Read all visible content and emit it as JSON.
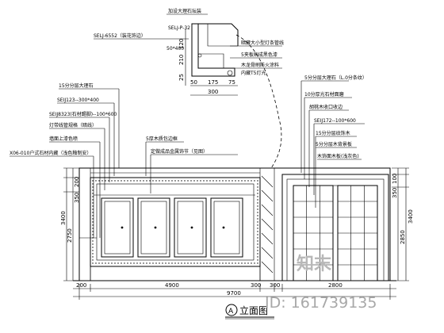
{
  "detail": {
    "top_label": "加设大理石坛装",
    "side_ref": "SELJ-6552（装花饰边）",
    "ref_a": "SELJ-P-32",
    "dim_top": "50*400",
    "right_notes": [
      "暗藏大小型灯条管线",
      "5夹板刷成黑色漆",
      "木龙骨刷防火涂料"
    ],
    "right_label_light": "内藏T5灯光",
    "dims_v": [
      "120",
      "210",
      "25"
    ],
    "dims_h": [
      "50",
      "175",
      "75"
    ],
    "dim_total": "300"
  },
  "left_notes": [
    "15分分层大理石",
    "SEIJ123--300*400",
    "SEIJ8323(石材踢脚)--100*600",
    "灯带线管规格（暗线）",
    "墙面上漆色喷",
    "X06-010户式石材内藏（浅色釉制安）"
  ],
  "right_notes": [
    "5分分层大理石（L.0分条纹）",
    "10分厚光石材面磨",
    "胡桃木收口收边",
    "SEIJ172--100*600",
    "15分分层纹饰木",
    "5分分层木背景板",
    "木饰面木板(浅灰色)"
  ],
  "center_notes": [
    "5厚木质包边框",
    "定做成品金属饰节（见图）"
  ],
  "dims_left_v": [
    "200",
    "350",
    "3400",
    "2750"
  ],
  "dims_right_v": [
    "100",
    "350",
    "3400",
    "2850"
  ],
  "dims_bottom_row1": [
    "200",
    "4900",
    "300",
    "300",
    "2800"
  ],
  "dims_bottom_row2": [
    "9700"
  ],
  "title": {
    "marker": "A",
    "text": "立面图"
  },
  "watermark": {
    "logo": "知末",
    "id": "ID: 161739135"
  }
}
